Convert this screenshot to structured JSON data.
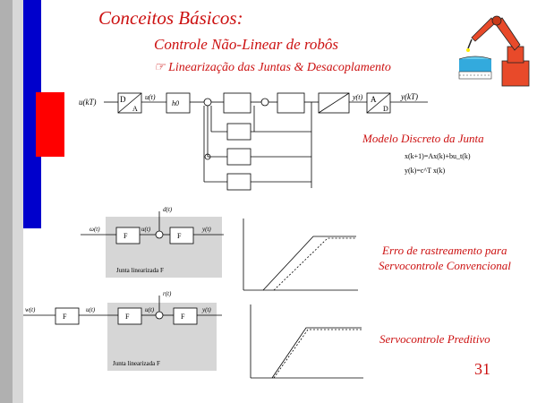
{
  "slide": {
    "title": "Conceitos Básicos:",
    "subtitle": "Controle Não-Linear de robôs",
    "bullet": "Linearização das Juntas & Desacoplamento",
    "page_number": "31"
  },
  "diagram1": {
    "caption": "Modelo Discreto da Junta",
    "eq1": "x(k+1)=Ax(k)+bu_t(k)",
    "eq2": "y(k)=c^T x(k)",
    "input_label": "u(kT)",
    "output_label": "y(kT)",
    "y_label": "y(t)",
    "u_label": "u(t)",
    "da_label": "D",
    "da_sub": "A",
    "ad_label": "A",
    "ad_sub": "D",
    "zoh": "h0"
  },
  "diagram2": {
    "caption_line1": "Erro de rastreamento para",
    "caption_line2": "Servocontrole Convencional",
    "block_left": "F",
    "block_right": "F",
    "joint_label": "Junta linearizada F",
    "in_label": "ω(t)",
    "out_label": "y(t)",
    "dist_label": "d(t)",
    "mid_label": "u(t)"
  },
  "diagram3": {
    "caption": "Servocontrole Preditivo",
    "block_pre": "F",
    "block_left": "F",
    "block_right": "F",
    "joint_label": "Junta linearizada F",
    "in_label": "w(t)",
    "out_label": "y(t)",
    "dist_label": "r(t)",
    "mid_label": "u(t)",
    "mid2_label": "u(t)"
  },
  "colors": {
    "accent_red": "#cc1111",
    "blue_bar": "#0000cc",
    "red_bar": "#ff0000"
  },
  "icons": {
    "bullet": "hand-pointer-icon",
    "robot": "robot-arm-icon"
  }
}
